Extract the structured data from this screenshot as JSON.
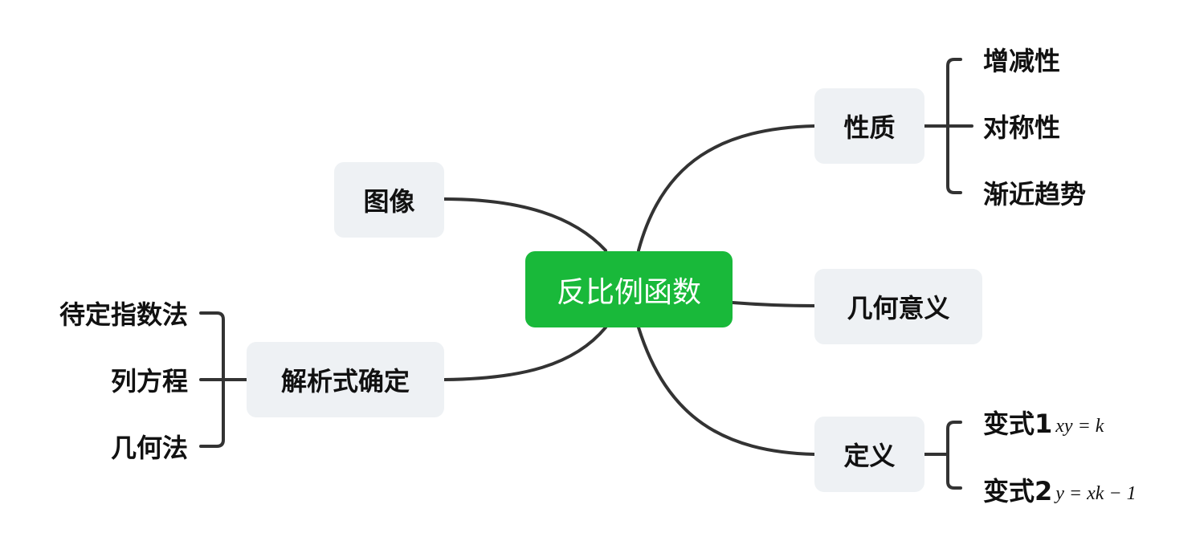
{
  "diagram": {
    "root": {
      "label": "反比例函数"
    },
    "branches": {
      "xingzhi": {
        "label": "性质",
        "children": [
          "增减性",
          "对称性",
          "渐近趋势"
        ]
      },
      "jihe_yiyi": {
        "label": "几何意义"
      },
      "dingyi": {
        "label": "定义",
        "children": [
          {
            "label": "变式1",
            "formula": "xy = k"
          },
          {
            "label": "变式2",
            "formula": "y = xk − 1"
          }
        ]
      },
      "tuxiang": {
        "label": "图像"
      },
      "jiexishi": {
        "label": "解析式确定",
        "children": [
          "待定指数法",
          "列方程",
          "几何法"
        ]
      }
    }
  },
  "colors": {
    "root_fill": "#19b93a",
    "node_fill": "#eef1f4",
    "line": "#333333"
  }
}
